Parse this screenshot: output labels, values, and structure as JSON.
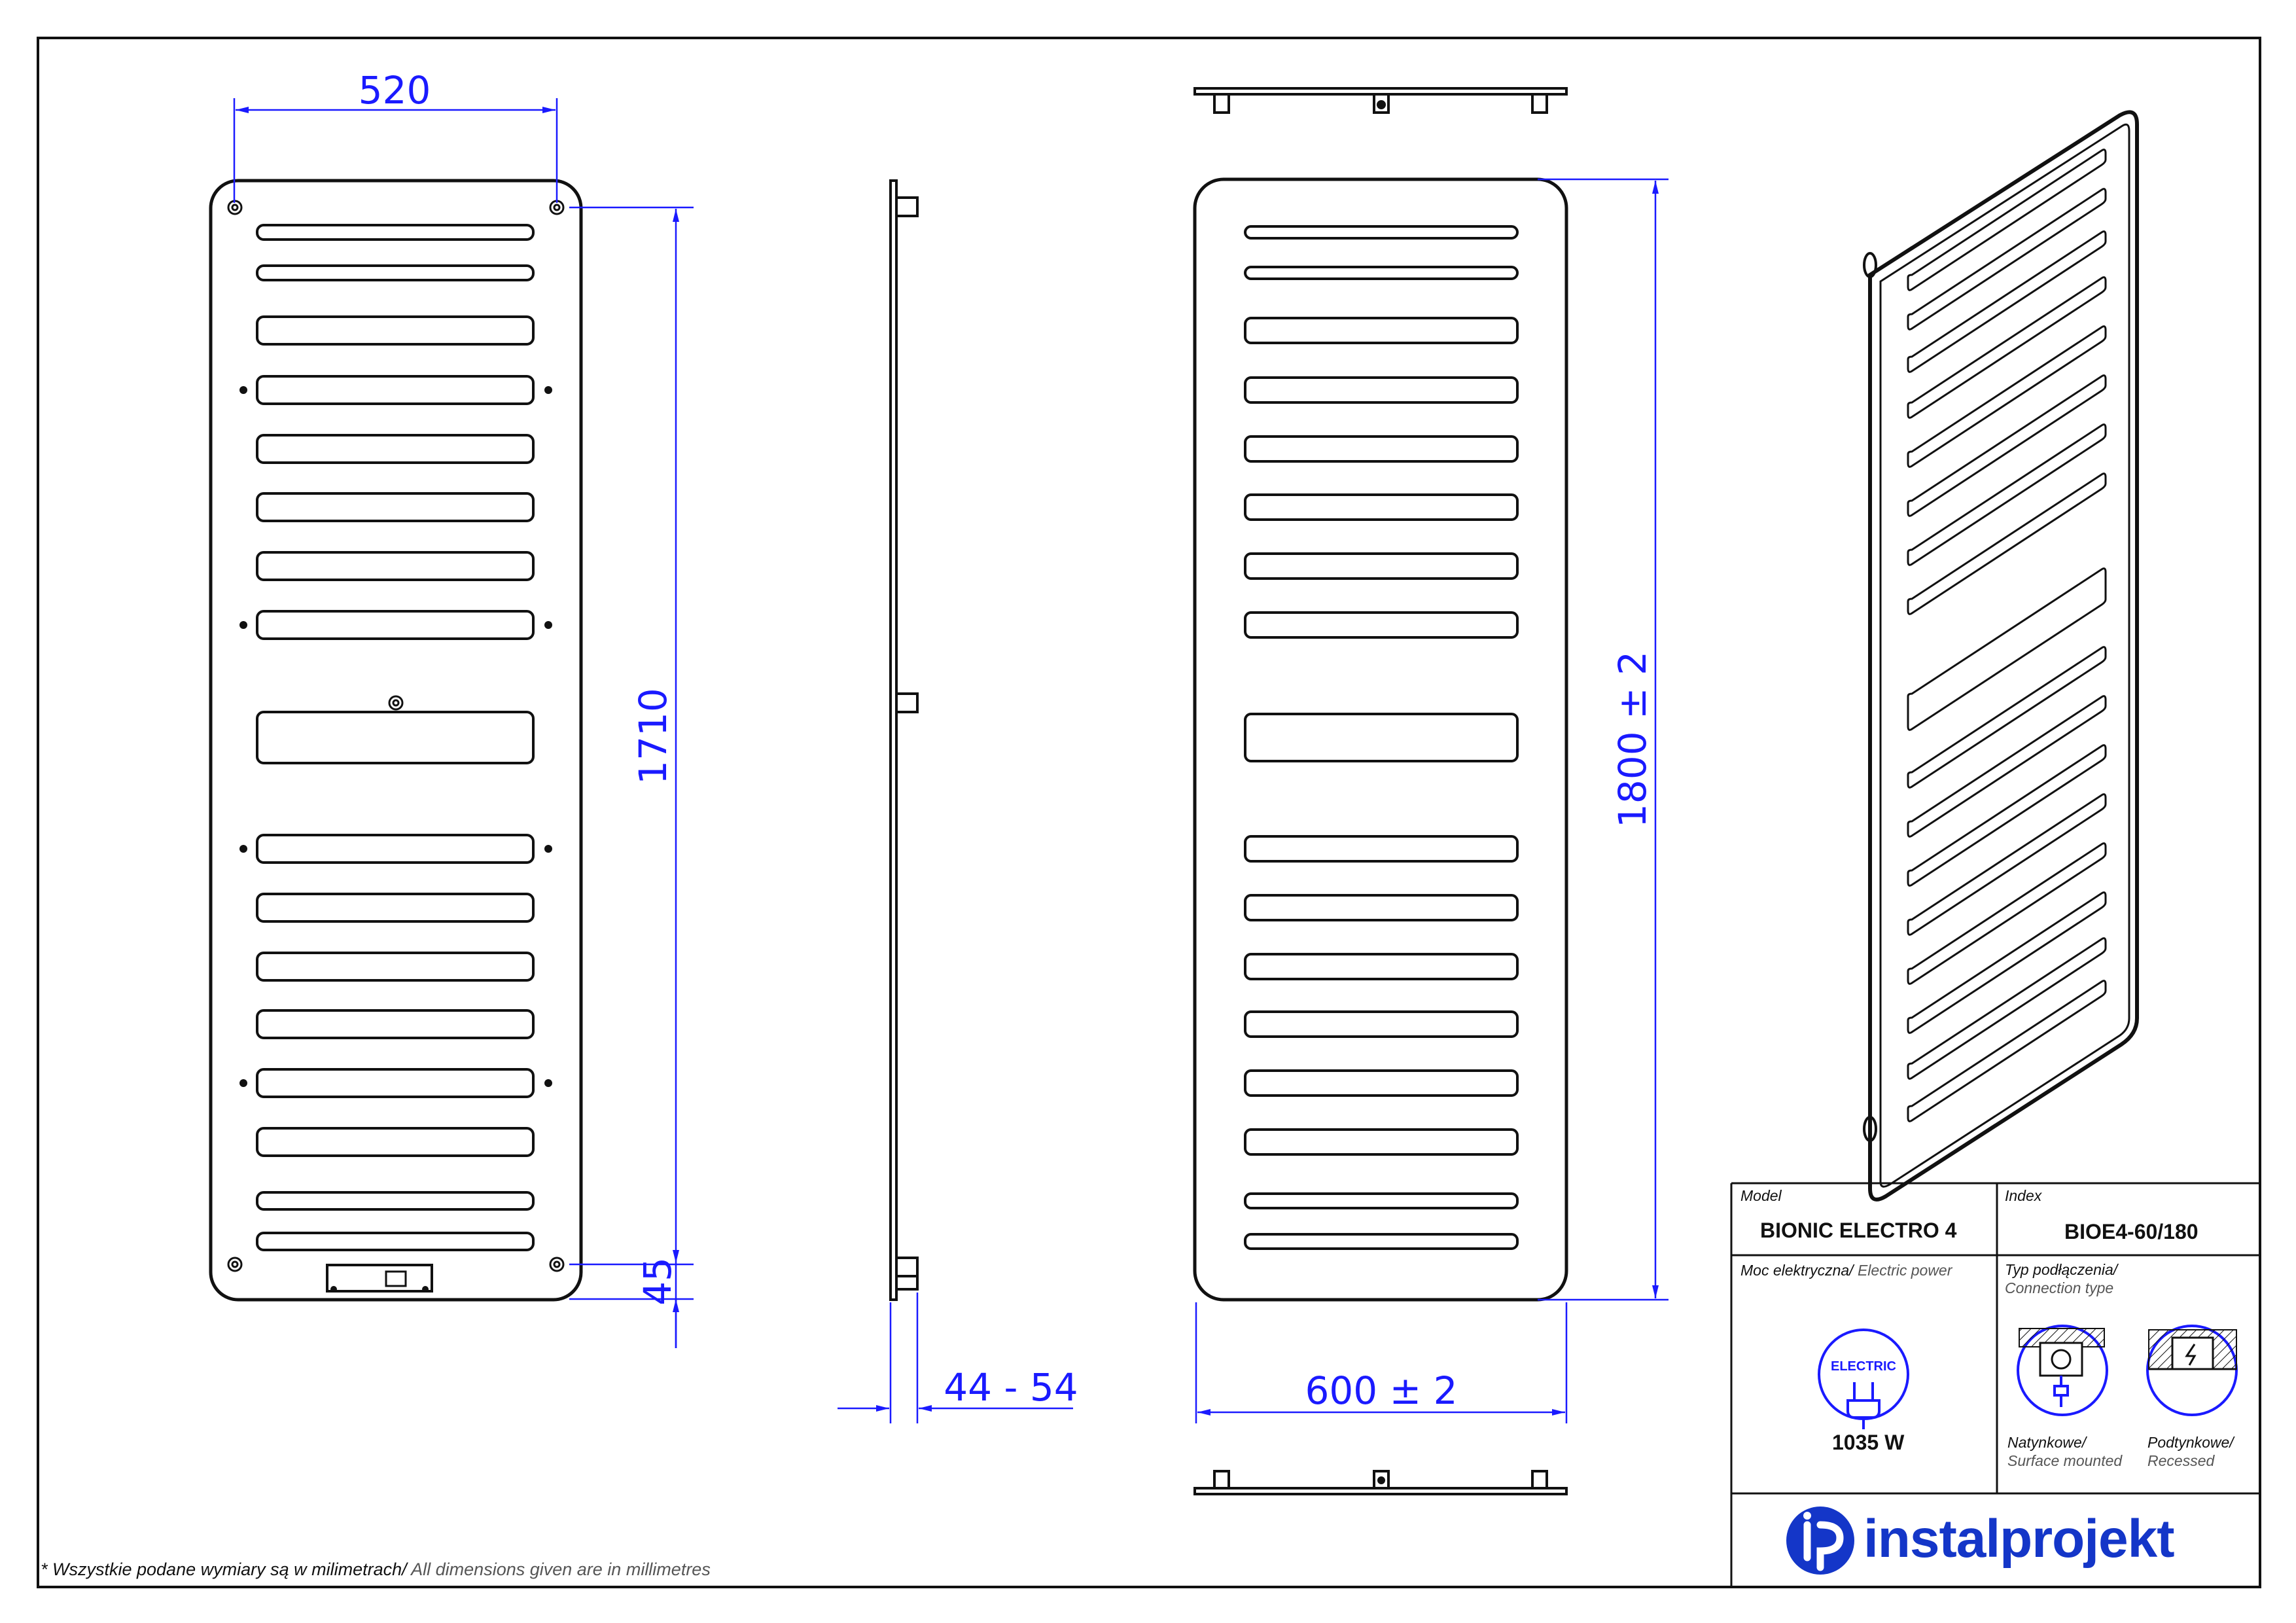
{
  "dimensions": {
    "front_width": "520",
    "front_height": "1710",
    "front_bottom_offset": "45",
    "side_depth": "44 - 54",
    "rear_width": "600 ± 2",
    "rear_height": "1800 ± 2"
  },
  "title_block": {
    "model_label": "Model",
    "model_value": "BIONIC ELECTRO 4",
    "index_label": "Index",
    "index_value": "BIOE4-60/180",
    "power_label_pl": "Moc elektryczna/",
    "power_label_en": " Electric power",
    "power_badge": "ELECTRIC",
    "power_value": "1035 W",
    "connection_label_pl": "Typ podłączenia/",
    "connection_label_en": "Connection type",
    "connection_surface_pl": "Natynkowe/",
    "connection_surface_en": "Surface mounted",
    "connection_recessed_pl": "Podtynkowe/",
    "connection_recessed_en": "Recessed",
    "brand": "instalprojekt"
  },
  "footnote": {
    "pl": "* Wszystkie podane wymiary są w milimetrach/",
    "en": " All dimensions given are in millimetres"
  },
  "colors": {
    "line": "#111111",
    "dimension": "#1a1aff",
    "brand": "#1436c8"
  },
  "icons": [
    "electric-plug-icon",
    "surface-socket-icon",
    "recessed-box-icon",
    "brand-logo-icon"
  ]
}
